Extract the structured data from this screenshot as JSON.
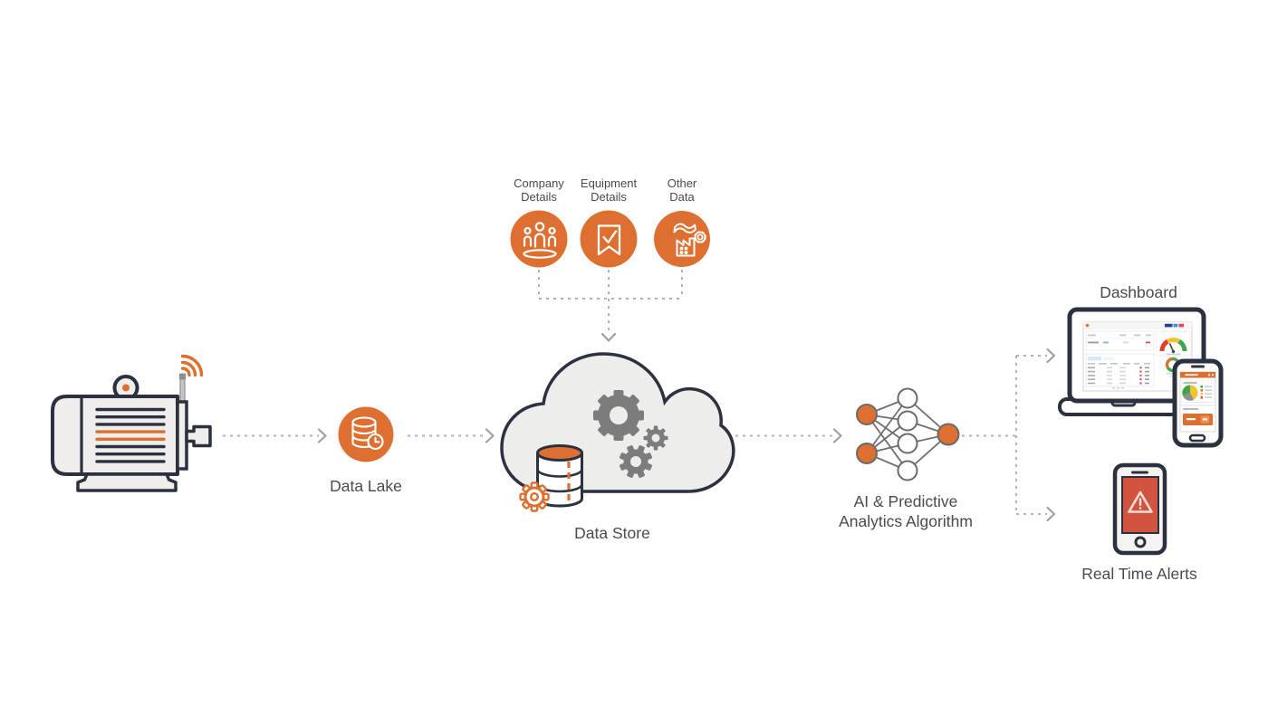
{
  "colors": {
    "accent_orange": "#DD7030",
    "alert_red": "#D0543F",
    "outline_dark": "#2C3140",
    "machine_fill": "#EFEEEC",
    "cloud_fill": "#EDEDEB",
    "gear_gray": "#7C7C7C",
    "label_text": "#474B52",
    "connector_gray": "#B3B3B3",
    "arrowhead_gray": "#9DA1A1",
    "status_green": "#3DA648",
    "status_yellow": "#F2C230",
    "status_red": "#E03E2F"
  },
  "icons": {
    "machine": "connected-motor-wifi-icon",
    "data_lake": "database-clock-icon",
    "company_details": "people-group-icon",
    "equipment_details": "bookmark-check-icon",
    "other_data": "factory-gear-icon",
    "data_store": "cloud-gears-database-icon",
    "ai": "neural-network-icon",
    "dashboard": "laptop-phone-dashboard-icon",
    "alerts": "phone-warning-icon"
  },
  "nodes": {
    "data_lake": {
      "label": "Data Lake"
    },
    "sources": [
      {
        "line1": "Company",
        "line2": "Details"
      },
      {
        "line1": "Equipment",
        "line2": "Details"
      },
      {
        "line1": "Other",
        "line2": "Data"
      }
    ],
    "data_store": {
      "label": "Data Store"
    },
    "ai": {
      "line1": "AI & Predictive",
      "line2": "Analytics Algorithm"
    },
    "dashboard": {
      "label": "Dashboard"
    },
    "alerts": {
      "label": "Real Time Alerts"
    }
  }
}
